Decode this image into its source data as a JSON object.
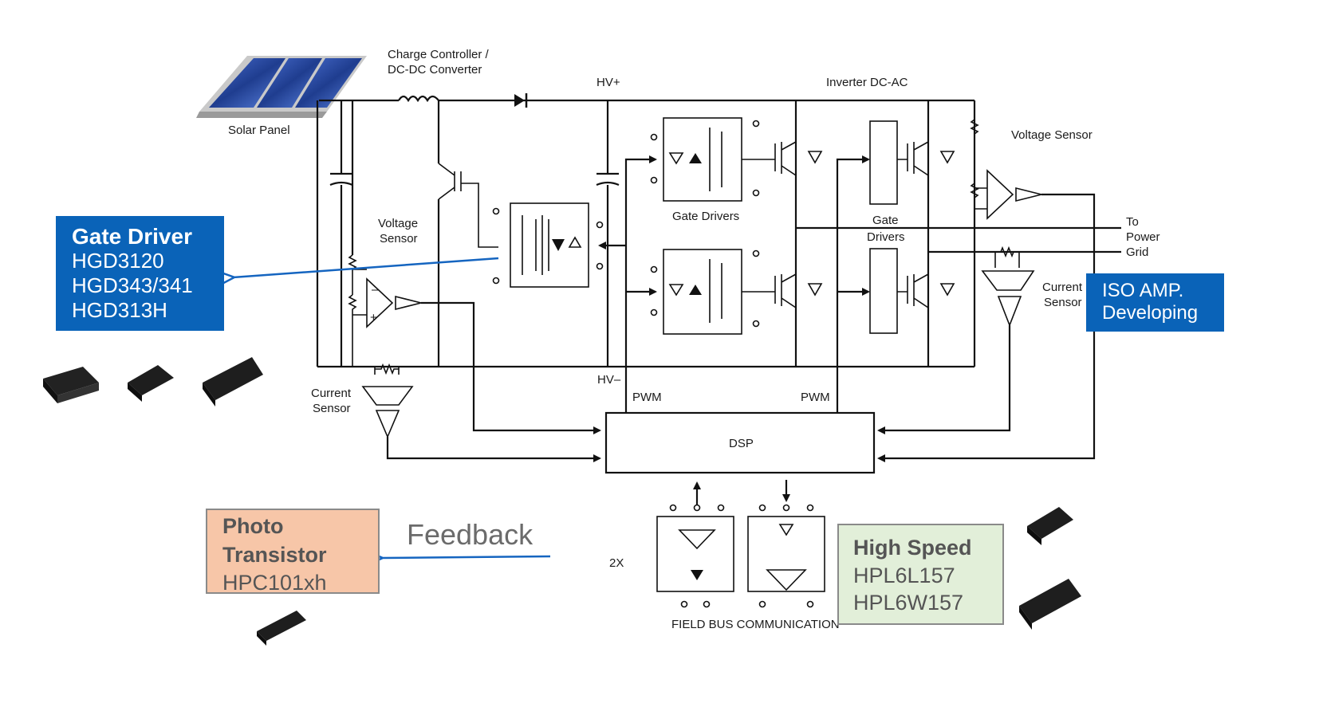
{
  "labels": {
    "charge_controller_1": "Charge Controller /",
    "charge_controller_2": "DC-DC Converter",
    "hv_plus": "HV+",
    "hv_minus": "HV–",
    "inverter": "Inverter DC-AC",
    "solar_panel": "Solar Panel",
    "voltage_sensor_top": "Voltage Sensor",
    "voltage_sensor_left_1": "Voltage",
    "voltage_sensor_left_2": "Sensor",
    "gate_drivers_1": "Gate Drivers",
    "gate_drivers_2a": "Gate",
    "gate_drivers_2b": "Drivers",
    "to": "To",
    "power": "Power",
    "grid": "Grid",
    "current_sensor_right_1": "Current",
    "current_sensor_right_2": "Sensor",
    "current_sensor_left_1": "Current",
    "current_sensor_left_2": "Sensor",
    "pwm_left": "PWM",
    "pwm_right": "PWM",
    "dsp": "DSP",
    "two_x": "2X",
    "fieldbus": "FIELD BUS COMMUNICATION"
  },
  "callouts": {
    "gate_driver": {
      "title": "Gate Driver",
      "parts": [
        "HGD3120",
        "HGD343/341",
        "HGD313H"
      ]
    },
    "iso_amp": {
      "line1": "ISO AMP.",
      "line2": "Developing"
    },
    "photo_transistor": {
      "line1": "Photo",
      "line2": "Transistor",
      "part": "HPC101xh"
    },
    "high_speed": {
      "title": "High Speed",
      "parts": [
        "HPL6L157",
        "HPL6W157"
      ]
    },
    "feedback": "Feedback"
  },
  "colors": {
    "blue_callout": "#0a63b8",
    "orange_callout": "#f7c6a8",
    "green_callout": "#e2efd9",
    "arrow": "#1565c0"
  }
}
